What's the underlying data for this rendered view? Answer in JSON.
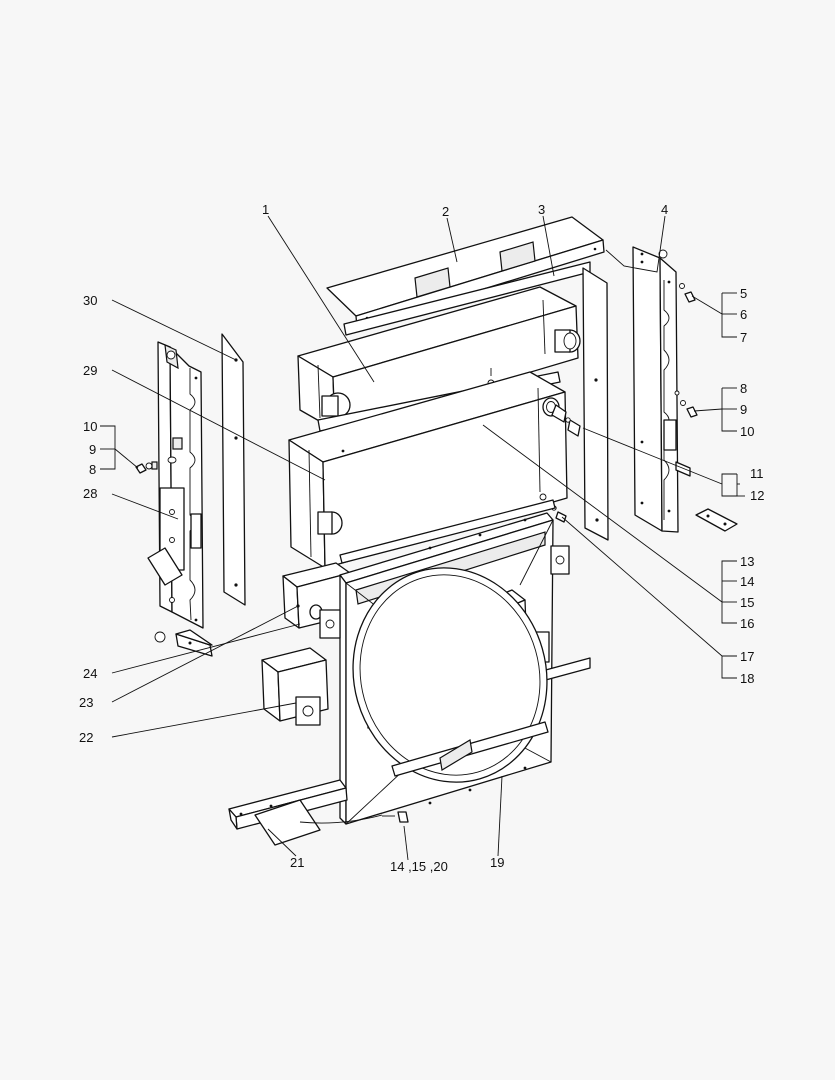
{
  "callouts": [
    {
      "id": "c1",
      "text": "1"
    },
    {
      "id": "c2",
      "text": "2"
    },
    {
      "id": "c3",
      "text": "3"
    },
    {
      "id": "c4",
      "text": "4"
    },
    {
      "id": "c5",
      "text": "5"
    },
    {
      "id": "c6",
      "text": "6"
    },
    {
      "id": "c7",
      "text": "7"
    },
    {
      "id": "c8r",
      "text": "8"
    },
    {
      "id": "c9r",
      "text": "9"
    },
    {
      "id": "c10r",
      "text": "10"
    },
    {
      "id": "c11",
      "text": "11"
    },
    {
      "id": "c12",
      "text": "12"
    },
    {
      "id": "c13",
      "text": "13"
    },
    {
      "id": "c14",
      "text": "14"
    },
    {
      "id": "c15",
      "text": "15"
    },
    {
      "id": "c16",
      "text": "16"
    },
    {
      "id": "c17",
      "text": "17"
    },
    {
      "id": "c18",
      "text": "18"
    },
    {
      "id": "c19",
      "text": "19"
    },
    {
      "id": "c14_15_20",
      "text": "14 ,15 ,20"
    },
    {
      "id": "c21",
      "text": "21"
    },
    {
      "id": "c22",
      "text": "22"
    },
    {
      "id": "c23",
      "text": "23"
    },
    {
      "id": "c24",
      "text": "24"
    },
    {
      "id": "c28",
      "text": "28"
    },
    {
      "id": "c8l",
      "text": "8"
    },
    {
      "id": "c9l",
      "text": "9"
    },
    {
      "id": "c10l",
      "text": "10"
    },
    {
      "id": "c29",
      "text": "29"
    },
    {
      "id": "c30",
      "text": "30"
    }
  ]
}
